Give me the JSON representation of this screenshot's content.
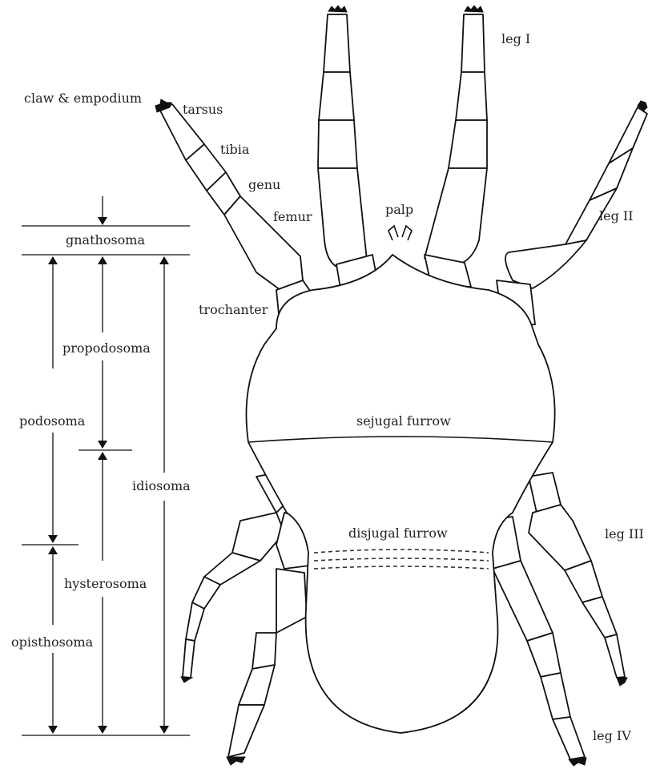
{
  "labels": {
    "claw_empodium": "claw & empodium",
    "tarsus": "tarsus",
    "tibia": "tibia",
    "genu": "genu",
    "femur": "femur",
    "trochanter": "trochanter",
    "palp": "palp",
    "leg_1": "leg I",
    "leg_2": "leg II",
    "leg_3": "leg III",
    "leg_4": "leg IV",
    "sejugal_furrow": "sejugal furrow",
    "disjugal_furrow": "disjugal furrow"
  },
  "regions": {
    "gnathosoma": "gnathosoma",
    "propodosoma": "propodosoma",
    "podosoma": "podosoma",
    "idiosoma": "idiosoma",
    "hysterosoma": "hysterosoma",
    "opisthosoma": "opisthosoma"
  }
}
